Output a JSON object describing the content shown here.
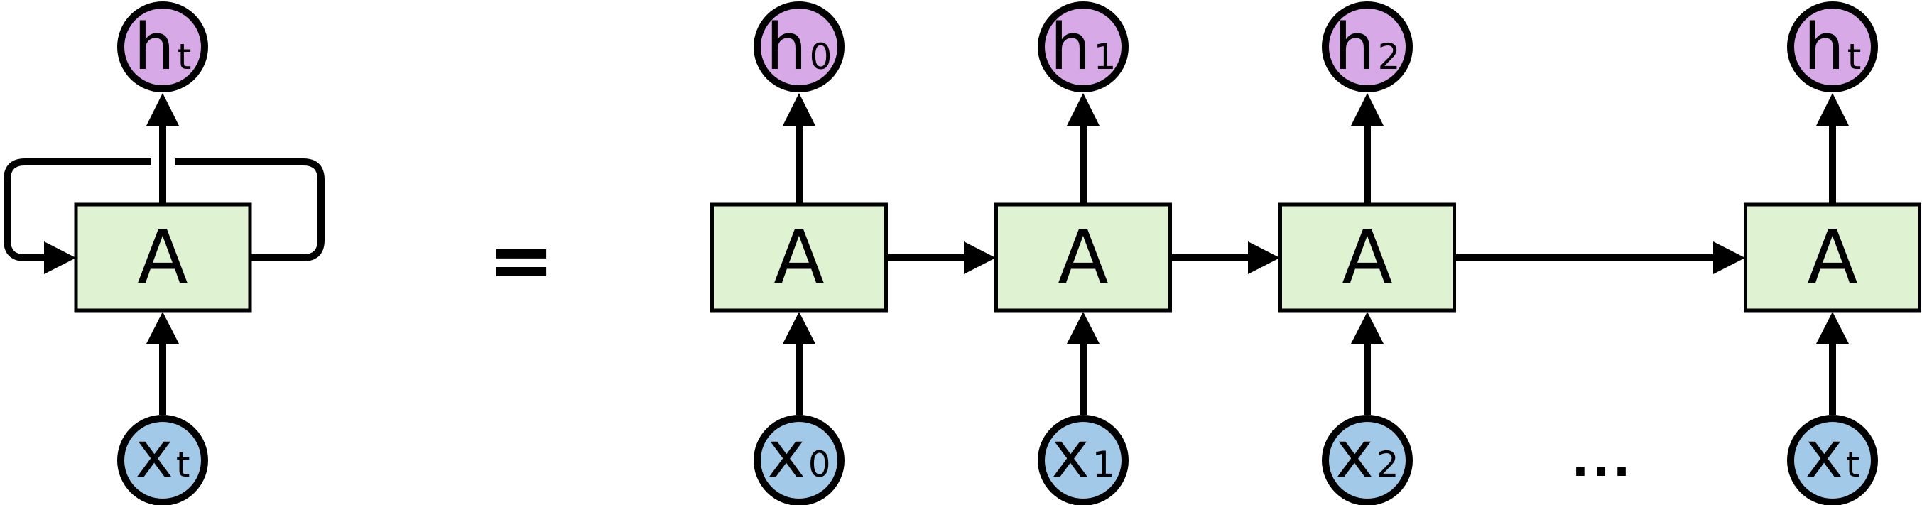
{
  "diagram": {
    "colors": {
      "box_fill": "#dff2d2",
      "h_fill": "#d7a9e6",
      "x_fill": "#a3c9e9",
      "line": "#000000"
    },
    "folded": {
      "box_label": "A",
      "output_main": "h",
      "output_sub": "t",
      "input_main": "x",
      "input_sub": "t"
    },
    "equals": "=",
    "unrolled": {
      "ellipsis": "...",
      "cells": [
        {
          "box_label": "A",
          "output_main": "h",
          "output_sub": "0",
          "input_main": "x",
          "input_sub": "0"
        },
        {
          "box_label": "A",
          "output_main": "h",
          "output_sub": "1",
          "input_main": "x",
          "input_sub": "1"
        },
        {
          "box_label": "A",
          "output_main": "h",
          "output_sub": "2",
          "input_main": "x",
          "input_sub": "2"
        },
        {
          "box_label": "A",
          "output_main": "h",
          "output_sub": "t",
          "input_main": "x",
          "input_sub": "t"
        }
      ]
    }
  }
}
